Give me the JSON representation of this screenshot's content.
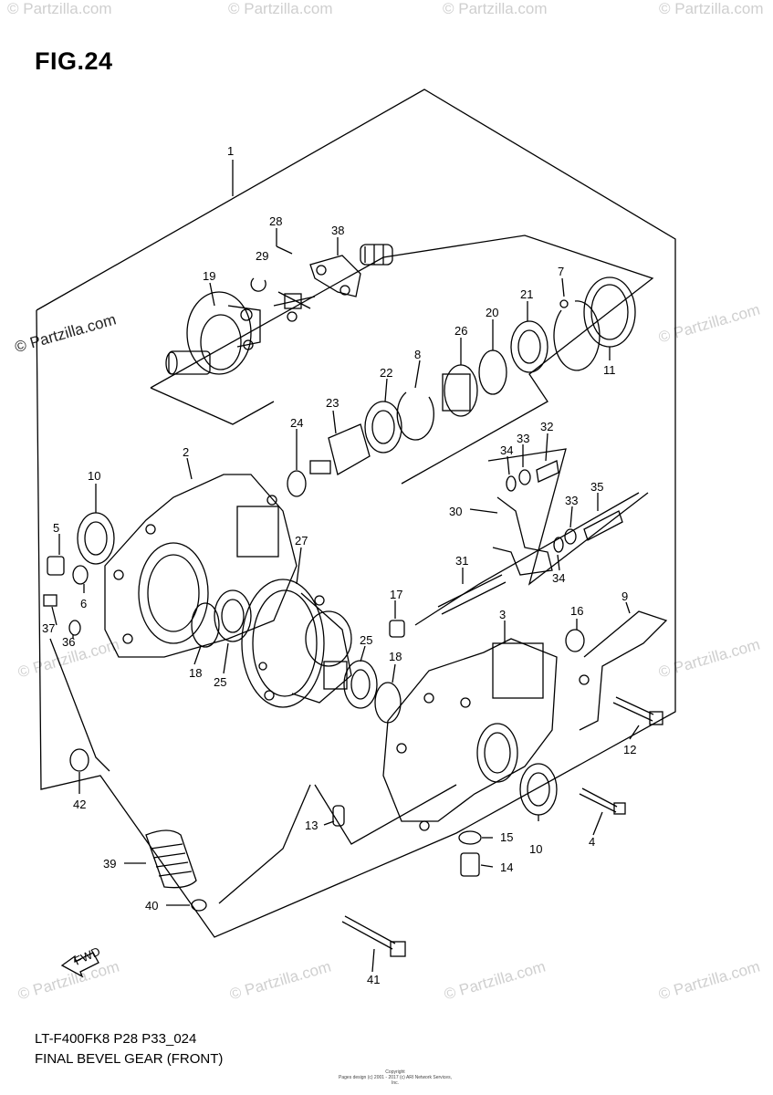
{
  "figure": {
    "title": "FIG.24",
    "model_code": "LT-F400FK8 P28 P33_024",
    "name": "FINAL BEVEL GEAR (FRONT)",
    "small_copyright": [
      "Copyright",
      "Pages design (c) 2001 - 2017 (c) ARI Network Services, Inc."
    ]
  },
  "watermark": {
    "text": "© Partzilla.com",
    "color": "#cfcfcf",
    "strong_color": "#222222"
  },
  "fwd_arrow": {
    "text": "FWD"
  },
  "callouts": [
    {
      "id": "c1",
      "n": "1"
    },
    {
      "id": "c2",
      "n": "2"
    },
    {
      "id": "c3",
      "n": "3"
    },
    {
      "id": "c4",
      "n": "4"
    },
    {
      "id": "c5",
      "n": "5"
    },
    {
      "id": "c6",
      "n": "6"
    },
    {
      "id": "c7",
      "n": "7"
    },
    {
      "id": "c8",
      "n": "8"
    },
    {
      "id": "c9",
      "n": "9"
    },
    {
      "id": "c10a",
      "n": "10"
    },
    {
      "id": "c10b",
      "n": "10"
    },
    {
      "id": "c11",
      "n": "11"
    },
    {
      "id": "c12",
      "n": "12"
    },
    {
      "id": "c13",
      "n": "13"
    },
    {
      "id": "c14",
      "n": "14"
    },
    {
      "id": "c15",
      "n": "15"
    },
    {
      "id": "c16",
      "n": "16"
    },
    {
      "id": "c17",
      "n": "17"
    },
    {
      "id": "c18a",
      "n": "18"
    },
    {
      "id": "c18b",
      "n": "18"
    },
    {
      "id": "c19",
      "n": "19"
    },
    {
      "id": "c20",
      "n": "20"
    },
    {
      "id": "c21",
      "n": "21"
    },
    {
      "id": "c22",
      "n": "22"
    },
    {
      "id": "c23",
      "n": "23"
    },
    {
      "id": "c24",
      "n": "24"
    },
    {
      "id": "c25a",
      "n": "25"
    },
    {
      "id": "c25b",
      "n": "25"
    },
    {
      "id": "c26",
      "n": "26"
    },
    {
      "id": "c27",
      "n": "27"
    },
    {
      "id": "c28",
      "n": "28"
    },
    {
      "id": "c29",
      "n": "29"
    },
    {
      "id": "c30",
      "n": "30"
    },
    {
      "id": "c31",
      "n": "31"
    },
    {
      "id": "c32",
      "n": "32"
    },
    {
      "id": "c33a",
      "n": "33"
    },
    {
      "id": "c33b",
      "n": "33"
    },
    {
      "id": "c34a",
      "n": "34"
    },
    {
      "id": "c34b",
      "n": "34"
    },
    {
      "id": "c35",
      "n": "35"
    },
    {
      "id": "c36",
      "n": "36"
    },
    {
      "id": "c37",
      "n": "37"
    },
    {
      "id": "c38",
      "n": "38"
    },
    {
      "id": "c39",
      "n": "39"
    },
    {
      "id": "c40",
      "n": "40"
    },
    {
      "id": "c41",
      "n": "41"
    },
    {
      "id": "c42",
      "n": "42"
    }
  ]
}
